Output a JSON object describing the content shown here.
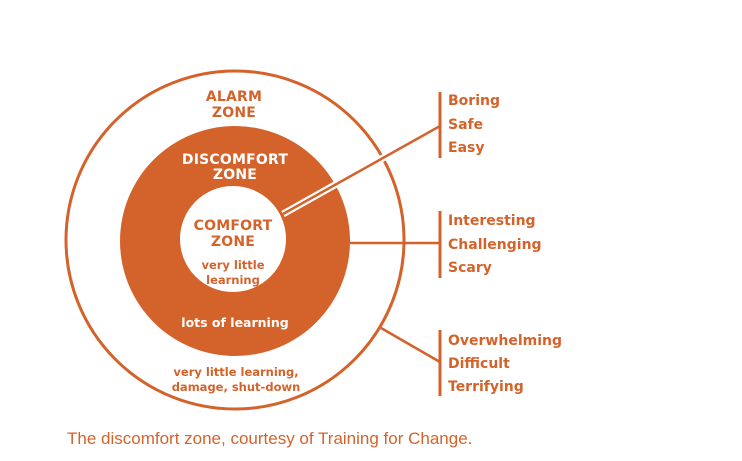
{
  "colors": {
    "accent": "#D4632B",
    "background": "#FFFFFF"
  },
  "zones": {
    "alarm": {
      "title_line1": "ALARM",
      "title_line2": "ZONE",
      "note_line1": "very little learning,",
      "note_line2": "damage, shut-down"
    },
    "discomfort": {
      "title_line1": "DISCOMFORT",
      "title_line2": "ZONE",
      "note": "lots of learning"
    },
    "comfort": {
      "title_line1": "COMFORT",
      "title_line2": "ZONE",
      "note_line1": "very little",
      "note_line2": "learning"
    }
  },
  "feelings": {
    "comfort": [
      "Boring",
      "Safe",
      "Easy"
    ],
    "discomfort": [
      "Interesting",
      "Challenging",
      "Scary"
    ],
    "alarm": [
      "Overwhelming",
      "Difficult",
      "Terrifying"
    ]
  },
  "caption": "The discomfort zone, courtesy of Training for Change."
}
